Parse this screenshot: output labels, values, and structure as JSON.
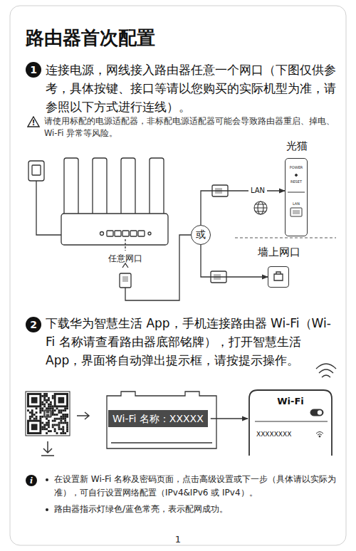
{
  "diagram": {
    "title": "路由器首次配置",
    "nodes": [
      {
        "text": [
          "1"
        ]
      },
      {
        "text": [
          "!"
        ]
      },
      {
        "text": [
          "或"
        ]
      },
      {
        "text": [
          "光猫"
        ]
      },
      {
        "text": [
          "墙上网口"
        ]
      },
      {
        "text": [
          "2"
        ]
      },
      {
        "text": [
          "Wi-Fi 名称：XXXXX"
        ]
      },
      {
        "text": [
          "Wi-Fi",
          "XXXXXXXX"
        ]
      },
      {
        "text": [
          "i"
        ]
      }
    ],
    "edges": [
      {
        "from": 2,
        "to": 3,
        "arrow": "to",
        "label": "LAN"
      },
      {
        "from": 2,
        "to": 4,
        "arrow": "to"
      },
      {
        "from": 6,
        "to": 7,
        "arrow": "to"
      }
    ],
    "labels": [
      "连接电源，网线接入路由器任意一个网口（下图仅供参考，具体按键、接口等请以您购买的实际机型为准，请参照以下方式进行连线）。",
      "请使用标配的电源适配器，非标配电源适配器可能会导致路由器重启、掉电、Wi-Fi 异常等风险。",
      "POWER",
      "RESET",
      "LAN",
      "任意网口",
      "下载华为智慧生活 App，手机连接路由器 Wi-Fi（Wi-Fi 名称请查看路由器底部铭牌），打开智慧生活 App，界面将自动弹出提示框，请按提示操作。",
      "在设置新 Wi-Fi 名称及密码页面，点击高级设置或下一步（具体请以实际为准），可自行设置网络配置（IPv4&IPv6 或 IPv4）。",
      "路由器指示灯绿色/蓝色常亮，表示配网成功。",
      "1"
    ]
  }
}
